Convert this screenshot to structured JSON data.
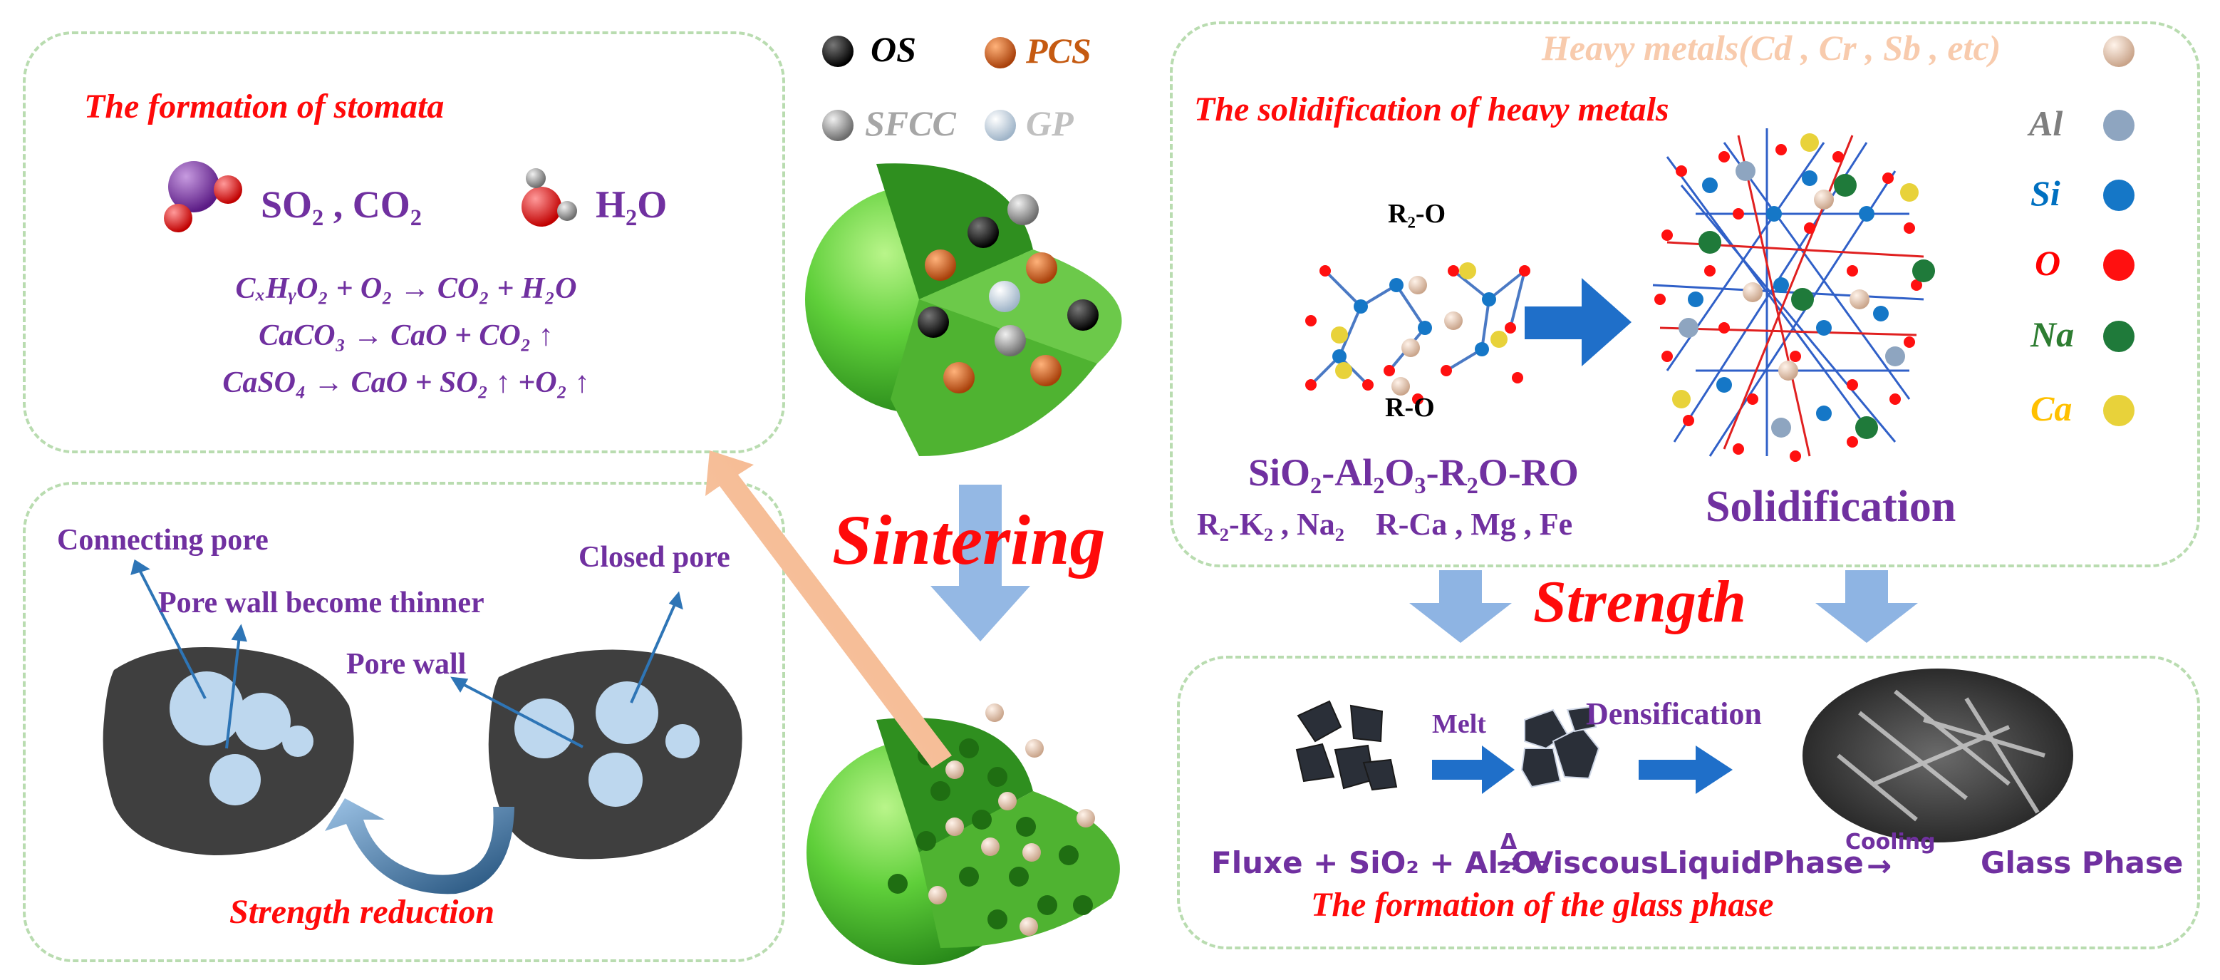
{
  "stomata": {
    "title": "The formation of stomata",
    "gas_co": "SO₂ , CO₂",
    "gas_h2o": "H₂O",
    "equations": [
      "CₓHᵧO₂ + O₂ → CO₂ + H₂O",
      "CaCO₃ → CaO + CO₂ ↑",
      "CaSO₄ → CaO + SO₂ ↑ +O₂ ↑"
    ]
  },
  "pores": {
    "connecting": "Connecting pore",
    "thinner": "Pore wall become thinner",
    "wall": "Pore wall",
    "closed": "Closed pore",
    "footer": "Strength reduction"
  },
  "legend_left": [
    {
      "label": "OS",
      "color": "#000000",
      "ball": "#111111"
    },
    {
      "label": "PCS",
      "color": "#c55a11",
      "ball": "#d35f12"
    },
    {
      "label": "SFCC",
      "color": "#a6a6a6",
      "ball": "#8d8d8d"
    },
    {
      "label": "GP",
      "color": "#c0c0c0",
      "ball": "#dfe7ee"
    }
  ],
  "center": {
    "sintering": "Sintering",
    "strength": "Strength"
  },
  "heavy": {
    "title": "The solidification of heavy metals",
    "header": "Heavy metals(Cd , Cr , Sb , etc)",
    "header_color": "#f8cbad",
    "r2o": "R₂-O",
    "ro": "R-O",
    "formula": "SiO₂-Al₂O₃-R₂O-RO",
    "subformula": "R₂-K₂ , Na₂    R-Ca , Mg , Fe",
    "solidification": "Solidification",
    "legend": [
      {
        "label": "Al",
        "color": "#7f7f7f",
        "ball": "#8ea5c0"
      },
      {
        "label": "Si",
        "color": "#0070c0",
        "ball": "#1577c7"
      },
      {
        "label": "O",
        "color": "#ff0000",
        "ball": "#ff1010"
      },
      {
        "label": "Na",
        "color": "#2e7d32",
        "ball": "#1f7a3a"
      },
      {
        "label": "Ca",
        "color": "#ffc000",
        "ball": "#e8d23a"
      }
    ]
  },
  "glass": {
    "melt": "Melt",
    "densification": "Densification",
    "equation_left": "Fluxe + SiO₂ + Al₂O₃",
    "delta": "Δ",
    "viscous": "ViscousLiquidPhase",
    "cooling": "Cooling",
    "glass_phase": "Glass Phase",
    "title": "The formation of the glass phase"
  }
}
